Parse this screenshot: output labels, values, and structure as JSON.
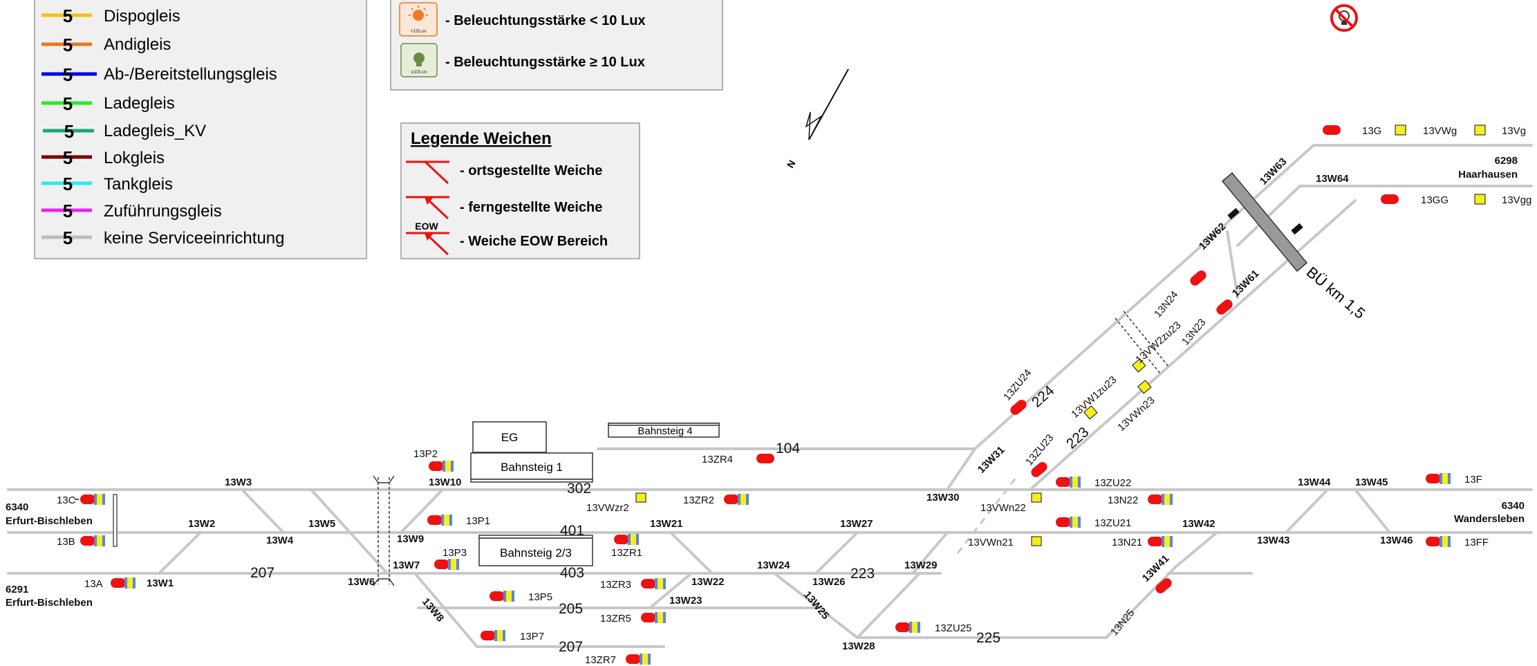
{
  "colors": {
    "track": "#c8c8c8",
    "signal_red": "#ee1111",
    "signal_yellow": "#f5ee20",
    "signal_blue": "#5b86d6",
    "legend_bg": "#f0f0f0",
    "switch_red": "#ee1111"
  },
  "legend_tracks": {
    "number": "5",
    "items": [
      {
        "label": "Dispogleis",
        "color": "#f7c400"
      },
      {
        "label": "Andigleis",
        "color": "#e87722"
      },
      {
        "label": "Ab-/Bereitstellungsgleis",
        "color": "#0000ee"
      },
      {
        "label": "Ladegleis",
        "color": "#22ee22"
      },
      {
        "label": "Ladegleis_KV",
        "color": "#1aa77a"
      },
      {
        "label": "Lokgleis",
        "color": "#7a0000"
      },
      {
        "label": "Tankgleis",
        "color": "#22eeee"
      },
      {
        "label": "Zuführungsgleis",
        "color": "#ee22ee"
      },
      {
        "label": "keine Serviceeinrichtung",
        "color": "#bdbdbd"
      }
    ]
  },
  "legend_light": {
    "items": [
      {
        "label": "- Beleuchtungsstärke < 10 Lux",
        "icon": "lamp-on-icon",
        "badge": "<10Lux"
      },
      {
        "label": "- Beleuchtungsstärke ≥ 10 Lux",
        "icon": "lamp-off-icon",
        "badge": "≥10Lux"
      }
    ]
  },
  "legend_switches": {
    "title": "Legende Weichen",
    "items": [
      {
        "label": "- ortsgestellte Weiche",
        "icon": "local-switch-icon"
      },
      {
        "label": "- ferngestellte Weiche",
        "icon": "remote-switch-icon"
      },
      {
        "label": "- Weiche EOW Bereich",
        "icon": "eow-switch-icon",
        "tag": "EOW"
      }
    ]
  },
  "north": "N",
  "level_crossing": "BÜ km 1,5",
  "endpoints": {
    "left_top": [
      "6340",
      "Erfurt-Bischleben"
    ],
    "left_bottom": [
      "6291",
      "Erfurt-Bischleben"
    ],
    "right_top": [
      "6298",
      "Haarhausen"
    ],
    "right_mid": [
      "6340",
      "Wandersleben"
    ]
  },
  "buildings": {
    "eg": "EG",
    "bahnsteig1": "Bahnsteig 1",
    "bahnsteig23": "Bahnsteig 2/3",
    "bahnsteig4": "Bahnsteig 4"
  },
  "track_numbers": {
    "t104": "104",
    "t302": "302",
    "t401": "401",
    "t403": "403",
    "t207a": "207",
    "t205": "205",
    "t207b": "207",
    "t223": "223",
    "t225": "225",
    "t223b": "223",
    "t224": "224"
  },
  "switches": {
    "w1": "13W1",
    "w2": "13W2",
    "w3": "13W3",
    "w4": "13W4",
    "w5": "13W5",
    "w6": "13W6",
    "w7": "13W7",
    "w8": "13W8",
    "w9": "13W9",
    "w10": "13W10",
    "w21": "13W21",
    "w22": "13W22",
    "w23": "13W23",
    "w24": "13W24",
    "w25": "13W25",
    "w26": "13W26",
    "w27": "13W27",
    "w28": "13W28",
    "w29": "13W29",
    "w30": "13W30",
    "w31": "13W31",
    "w41": "13W41",
    "w42": "13W42",
    "w43": "13W43",
    "w44": "13W44",
    "w45": "13W45",
    "w46": "13W46",
    "w61": "13W61",
    "w62": "13W62",
    "w63": "13W63",
    "w64": "13W64"
  },
  "signals": {
    "s13c": "13C",
    "s13b": "13B",
    "s13a": "13A",
    "s13p2": "13P2",
    "s13p1": "13P1",
    "s13p3": "13P3",
    "s13p5": "13P5",
    "s13p7": "13P7",
    "s13zr4": "13ZR4",
    "s13zr2": "13ZR2",
    "s13zr1": "13ZR1",
    "s13zr3": "13ZR3",
    "s13zr5": "13ZR5",
    "s13zr7": "13ZR7",
    "s13vwzr2": "13VWzr2",
    "s13zu22": "13ZU22",
    "s13zu21": "13ZU21",
    "s13zu25": "13ZU25",
    "s13vwn22": "13VWn22",
    "s13vwn21": "13VWn21",
    "s13n22": "13N22",
    "s13n21": "13N21",
    "s13f": "13F",
    "s13ff": "13FF",
    "s13g": "13G",
    "s13vwg": "13VWg",
    "s13vg": "13Vg",
    "s13gg": "13GG",
    "s13vgg": "13Vgg",
    "s13zu24": "13ZU24",
    "s13zu23": "13ZU23",
    "s13n24": "13N24",
    "s13n23": "13N23",
    "s13n25": "13N25",
    "s13vw1zu23": "13VW1zu23",
    "s13vw2zu23": "13VW2zu23",
    "s13vwn23": "13VWn23"
  }
}
